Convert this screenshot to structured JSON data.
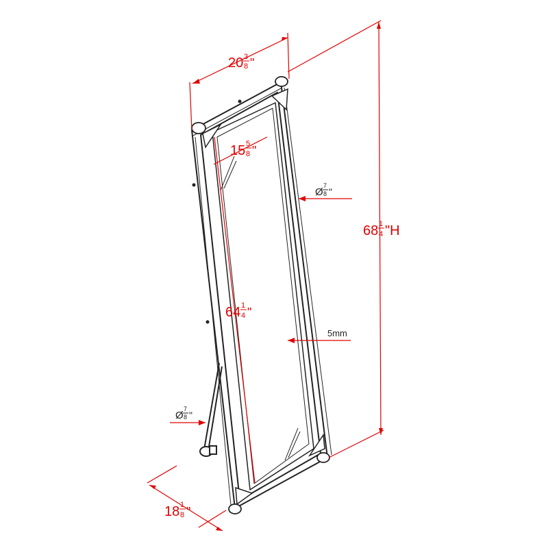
{
  "colors": {
    "dimension": "#e00000",
    "outline": "#222222",
    "background": "#ffffff"
  },
  "dimensions": {
    "top_width": {
      "whole": "20",
      "num": "3",
      "den": "8",
      "suffix": "\""
    },
    "mirror_width": {
      "whole": "15",
      "num": "5",
      "den": "8",
      "suffix": "\""
    },
    "tube_dia_right": {
      "prefix": "Ø",
      "num": "7",
      "den": "8",
      "suffix": "\""
    },
    "total_height": {
      "whole": "68",
      "num": "1",
      "den": "4",
      "suffix": "\"H"
    },
    "mirror_height": {
      "whole": "64",
      "num": "1",
      "den": "4",
      "suffix": "\""
    },
    "glass_thickness": {
      "label": "5mm"
    },
    "tube_dia_left": {
      "prefix": "Ø",
      "num": "7",
      "den": "8",
      "suffix": "\""
    },
    "depth": {
      "whole": "18",
      "num": "1",
      "den": "8",
      "suffix": "\""
    }
  }
}
